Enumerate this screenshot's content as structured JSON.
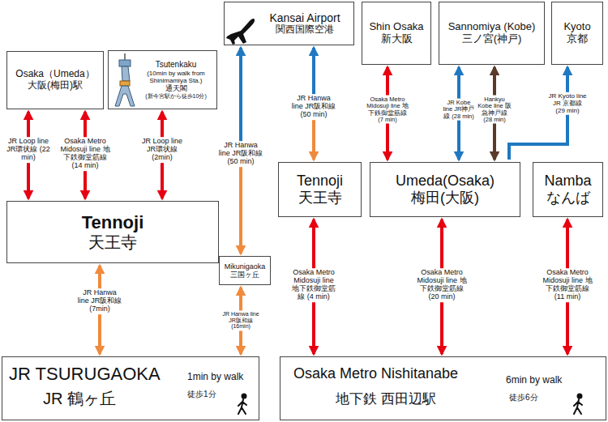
{
  "diagram": {
    "nodes": [
      {
        "text": [
          "Osaka（Umeda）",
          "大阪(梅田)駅"
        ]
      },
      {
        "text": [
          "Tsutenkaku",
          "(10min by walk from Shinimamiya Sta.)",
          "通天閣",
          "(新今宮駅から徒歩10分)"
        ]
      },
      {
        "text": [
          "Kansai Airport",
          "関西国際空港"
        ]
      },
      {
        "text": [
          "Shin Osaka",
          "新大阪"
        ]
      },
      {
        "text": [
          "Sannomiya (Kobe)",
          "三ノ宮(神戸)"
        ]
      },
      {
        "text": [
          "Kyoto",
          "京都"
        ]
      },
      {
        "text": [
          "Tennoji",
          "天王寺"
        ]
      },
      {
        "text": [
          "Mikunigaoka",
          "三国ヶ丘"
        ]
      },
      {
        "text": [
          "Tennoji",
          "天王寺"
        ]
      },
      {
        "text": [
          "Umeda(Osaka)",
          "梅田(大阪)"
        ]
      },
      {
        "text": [
          "Namba",
          "なんば"
        ]
      },
      {
        "text": [
          "JR TSURUGAOKA",
          "JR 鶴ヶ丘",
          "1min by walk",
          "徒歩1分"
        ]
      },
      {
        "text": [
          "Osaka Metro Nishitanabe",
          "地下鉄 西田辺駅",
          "6min by walk",
          "徒歩6分"
        ]
      }
    ],
    "edges": [
      {
        "from": 6,
        "to": 0,
        "label": "JR Loop line JR環状線 (22 min)",
        "arrow": "both"
      },
      {
        "from": 6,
        "to": 0,
        "label": "Osaka Metro Midosuji line 地下鉄御堂筋線 (14 min)",
        "arrow": "both"
      },
      {
        "from": 6,
        "to": 1,
        "label": "JR Loop line JR環状線 (2min)",
        "arrow": "both"
      },
      {
        "from": 7,
        "to": 2,
        "label": "JR Hanwa line JR阪和線 (50 min)",
        "arrow": "both"
      },
      {
        "from": 11,
        "to": 6,
        "label": "JR Hanwa line JR阪和線 (7min)",
        "arrow": "both"
      },
      {
        "from": 11,
        "to": 7,
        "label": "JR Hanwa line JR阪和線 (16min)",
        "arrow": "both"
      },
      {
        "from": 8,
        "to": 2,
        "label": "JR Hanwa line JR阪和線 (50 min)",
        "arrow": "both"
      },
      {
        "from": 9,
        "to": 3,
        "label": "Osaka Metro Midosuji line 地下鉄御堂筋線 (7 min)",
        "arrow": "both"
      },
      {
        "from": 9,
        "to": 4,
        "label": "JR Kobe line JR神戸線 (28 min)",
        "arrow": "both"
      },
      {
        "from": 9,
        "to": 4,
        "label": "Hankyu Kobe line 阪急神戸線 (28 min)",
        "arrow": "both"
      },
      {
        "from": 9,
        "to": 5,
        "label": "JR Kyoto line JR 京都線 (29 min)",
        "arrow": "to"
      },
      {
        "from": 12,
        "to": 8,
        "label": "Osaka Metro Midosuji line 地下鉄御堂筋線 (4 min)",
        "arrow": "both"
      },
      {
        "from": 12,
        "to": 9,
        "label": "Osaka Metro Midosuji line 地下鉄御堂筋線 (20 min)",
        "arrow": "both"
      },
      {
        "from": 12,
        "to": 10,
        "label": "Osaka Metro Midosuji line 地下鉄御堂筋線 (11 min)",
        "arrow": "both"
      }
    ]
  }
}
